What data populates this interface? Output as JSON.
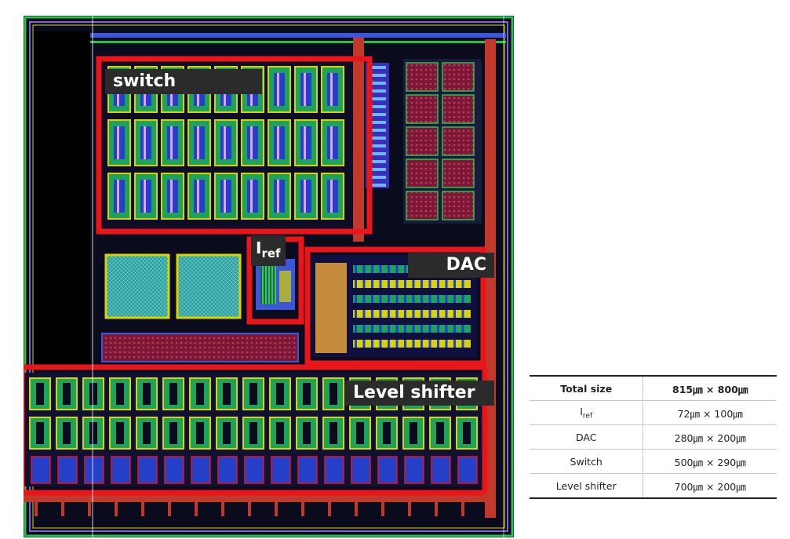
{
  "labels": {
    "switch": "switch",
    "iref_main": "I",
    "iref_sub": "ref",
    "dac": "DAC",
    "level_shifter": "Level shifter"
  },
  "table": {
    "rows": [
      {
        "name": "Total size",
        "value": "815㎛ × 800㎛"
      },
      {
        "name_main": "I",
        "name_sub": "ref",
        "value": "72㎛ × 100㎛"
      },
      {
        "name": "DAC",
        "value": "280㎛ × 200㎛"
      },
      {
        "name": "Switch",
        "value": "500㎛ × 290㎛"
      },
      {
        "name": "Level shifter",
        "value": "700㎛ × 200㎛"
      }
    ]
  },
  "colors": {
    "highlight": "#e8161b",
    "metal_red": "#c0392b",
    "poly_green": "#1fa35a",
    "via_yellow": "#d9d400",
    "well_blue": "#2440c8",
    "cap_maroon": "#8a1a3a",
    "cap_teal": "#2a9d9f",
    "background": "#000000"
  }
}
